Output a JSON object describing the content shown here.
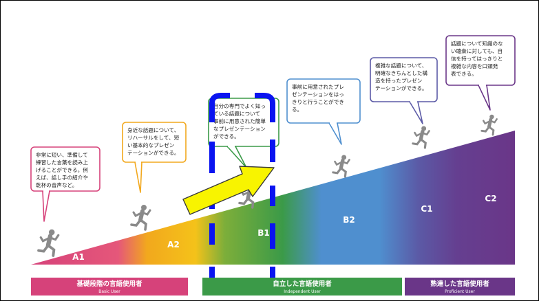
{
  "levels": [
    {
      "label": "A1",
      "color": "#d6427a"
    },
    {
      "label": "A2",
      "color": "#f2a81d"
    },
    {
      "label": "B1",
      "color": "#3b9a48"
    },
    {
      "label": "B2",
      "color": "#4f8fcf"
    },
    {
      "label": "C1",
      "color": "#5b5aa6"
    },
    {
      "label": "C2",
      "color": "#6a3688"
    }
  ],
  "bubbles": [
    {
      "lines": [
        "非常に短い、準備して",
        "練習した言葉を読み上",
        "げることができる。例",
        "えば、話し手の紹介や",
        "乾杯の音声など。"
      ],
      "color": "#d6427a"
    },
    {
      "lines": [
        "身近な話題について、",
        "リハーサルをして、短",
        "い基本的なプレゼン",
        "テーションができる。"
      ],
      "color": "#f2a81d"
    },
    {
      "lines": [
        "自分の専門でよく知っ",
        "ている話題について",
        "事前に用意された簡単",
        "なプレゼンテーション",
        "ができる。"
      ],
      "color": "#3b9a48"
    },
    {
      "lines": [
        "事前に用意されたプレ",
        "ゼンテーションをはっ",
        "きりと行うことができ",
        "る。"
      ],
      "color": "#4f8fcf"
    },
    {
      "lines": [
        "複雑な話題について、",
        "明確なきちんとした構",
        "造を持ったプレゼン",
        "テーションができる。"
      ],
      "color": "#5b5aa6"
    },
    {
      "lines": [
        "話題について知識のな",
        "い聴衆に対しても、自",
        "信を持ってはっきりと",
        "複雑な内容を口頭発",
        "表できる。"
      ],
      "color": "#6a3688"
    }
  ],
  "categories": [
    {
      "title": "基礎段階の言語使用者",
      "subtitle": "Basic User",
      "color": "#d6427a"
    },
    {
      "title": "自立した言語使用者",
      "subtitle": "Independent User",
      "color": "#3b9a48"
    },
    {
      "title": "熟達した言語使用者",
      "subtitle": "Proficient User",
      "color": "#6a3688"
    }
  ],
  "highlight": {
    "color": "#0a14f0"
  },
  "arrow": {
    "fill": "#f8f400",
    "stroke": "#3a3a3a"
  }
}
